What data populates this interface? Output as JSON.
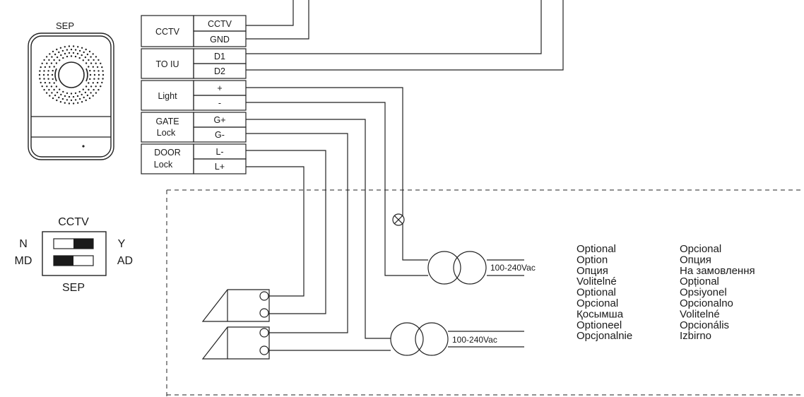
{
  "panel": {
    "label": "SEP"
  },
  "terminal_block": {
    "groups": [
      {
        "name": "CCTV",
        "pins": [
          "CCTV",
          "GND"
        ]
      },
      {
        "name": "TO IU",
        "pins": [
          "D1",
          "D2"
        ]
      },
      {
        "name": "Light",
        "pins": [
          "+",
          "-"
        ]
      },
      {
        "name_line1": "GATE",
        "name_line2": "Lock",
        "pins": [
          "G+",
          "G-"
        ]
      },
      {
        "name_line1": "DOOR",
        "name_line2": "Lock",
        "pins": [
          "L-",
          "L+"
        ]
      }
    ]
  },
  "dip_switch": {
    "top_label": "CCTV",
    "bottom_label": "SEP",
    "left_labels": [
      "N",
      "MD"
    ],
    "right_labels": [
      "Y",
      "AD"
    ]
  },
  "transformers": {
    "upper_label": "100-240Vac",
    "lower_label": "100-240Vac"
  },
  "optional_translations": {
    "column1": [
      "Optional",
      "Option",
      "Опция",
      "Volitelné",
      "Optional",
      "Opcional",
      "Қосымша",
      "Optioneel",
      "Opcjonalnie"
    ],
    "column2": [
      "Opcional",
      "Опция",
      "На замовлення",
      "Opțional",
      "Opsiyonel",
      "Opcionalno",
      "Volitelné",
      "Opcionális",
      "Izbirno"
    ]
  }
}
